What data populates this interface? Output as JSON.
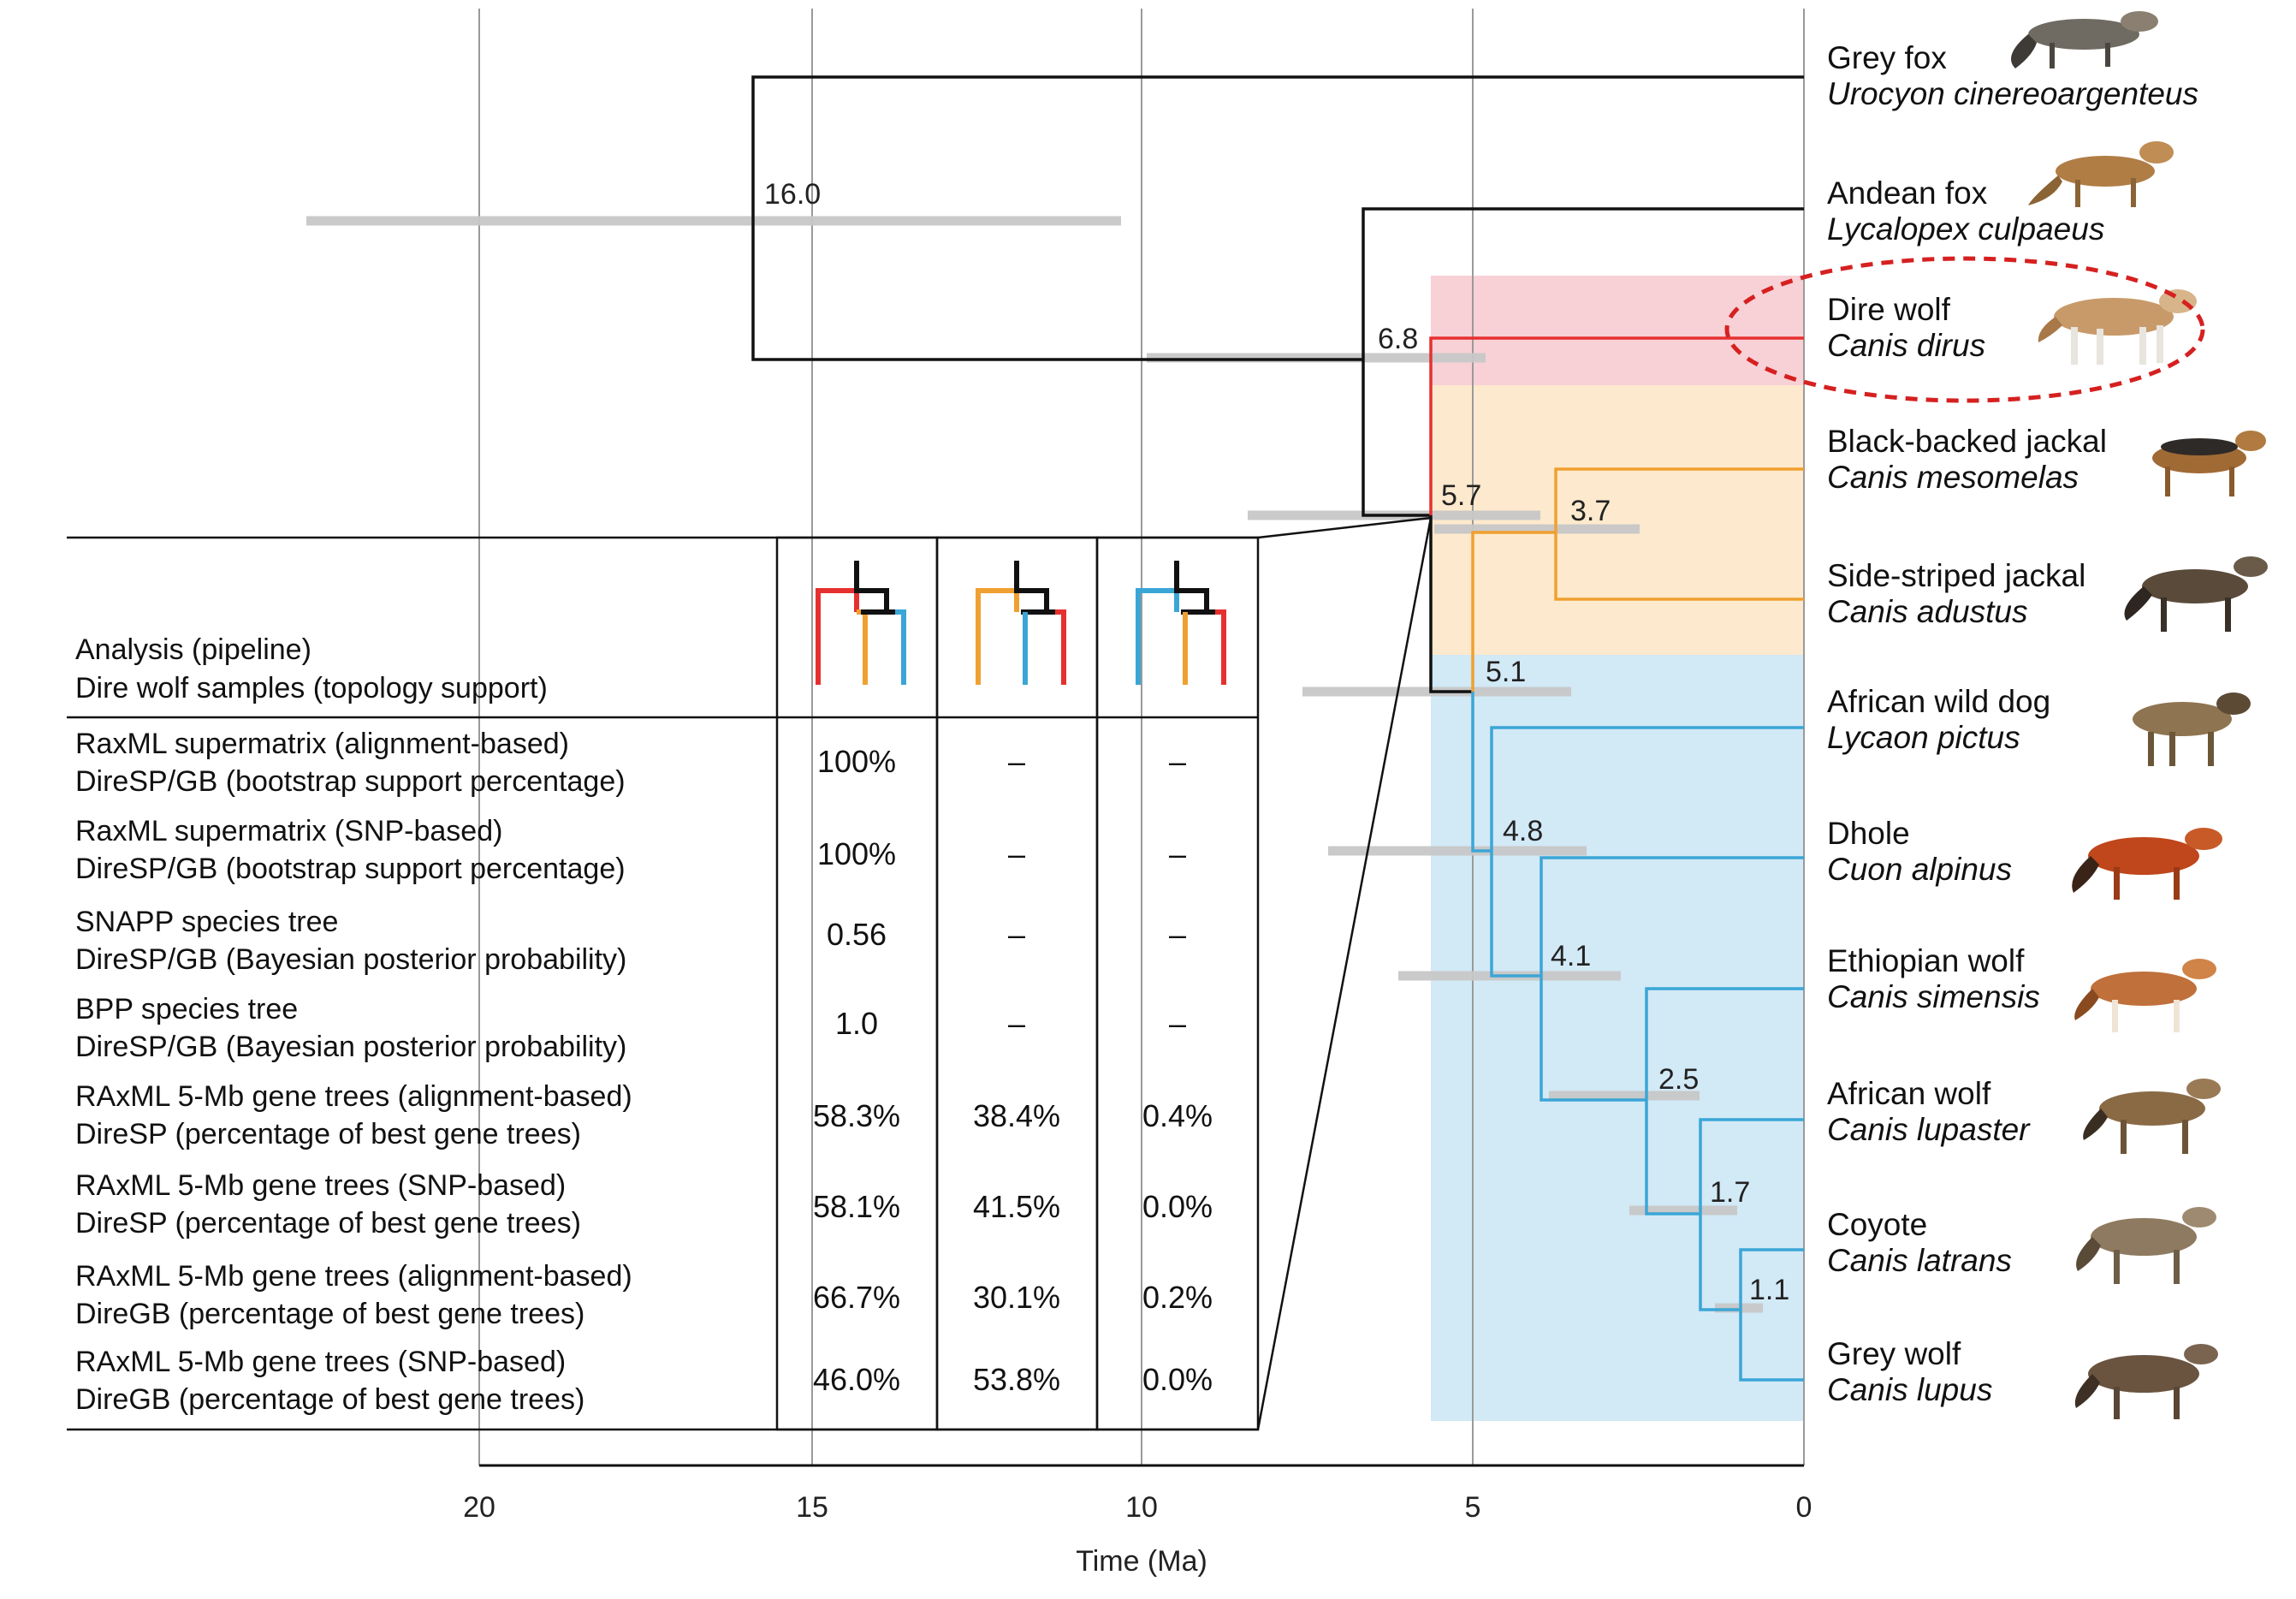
{
  "axis": {
    "title": "Time (Ma)",
    "ticks": [
      "20",
      "15",
      "10",
      "5",
      "0"
    ]
  },
  "nodes": [
    "16.0",
    "6.8",
    "5.7",
    "3.7",
    "5.1",
    "4.8",
    "4.1",
    "2.5",
    "1.7",
    "1.1"
  ],
  "taxa": [
    {
      "common": "Grey fox",
      "scientific": "Urocyon cinereoargenteus"
    },
    {
      "common": "Andean fox",
      "scientific": "Lycalopex culpaeus"
    },
    {
      "common": "Dire wolf",
      "scientific": "Canis dirus"
    },
    {
      "common": "Black-backed jackal",
      "scientific": "Canis mesomelas"
    },
    {
      "common": "Side-striped jackal",
      "scientific": "Canis adustus"
    },
    {
      "common": "African wild dog",
      "scientific": "Lycaon pictus"
    },
    {
      "common": "Dhole",
      "scientific": "Cuon alpinus"
    },
    {
      "common": "Ethiopian wolf",
      "scientific": "Canis simensis"
    },
    {
      "common": "African wolf",
      "scientific": "Canis lupaster"
    },
    {
      "common": "Coyote",
      "scientific": "Canis latrans"
    },
    {
      "common": "Grey wolf",
      "scientific": "Canis lupus"
    }
  ],
  "table": {
    "header": [
      "Analysis (pipeline)",
      "Dire wolf samples (topology support)"
    ],
    "rows": [
      {
        "line1": "RaxML supermatrix (alignment-based)",
        "line2": "DireSP/GB (bootstrap support percentage)",
        "values": [
          "100%",
          "–",
          "–"
        ]
      },
      {
        "line1": "RaxML supermatrix (SNP-based)",
        "line2": "DireSP/GB (bootstrap support percentage)",
        "values": [
          "100%",
          "–",
          "–"
        ]
      },
      {
        "line1": "SNAPP species tree",
        "line2": "DireSP/GB (Bayesian posterior probability)",
        "values": [
          "0.56",
          "–",
          "–"
        ]
      },
      {
        "line1": "BPP species tree",
        "line2": "DireSP/GB (Bayesian posterior probability)",
        "values": [
          "1.0",
          "–",
          "–"
        ]
      },
      {
        "line1": "RAxML 5-Mb gene trees (alignment-based)",
        "line2": "DireSP (percentage of best gene trees)",
        "values": [
          "58.3%",
          "38.4%",
          "0.4%"
        ]
      },
      {
        "line1": "RAxML 5-Mb gene trees (SNP-based)",
        "line2": "DireSP (percentage of best gene trees)",
        "values": [
          "58.1%",
          "41.5%",
          "0.0%"
        ]
      },
      {
        "line1": "RAxML 5-Mb gene trees (alignment-based)",
        "line2": "DireGB (percentage of best gene trees)",
        "values": [
          "66.7%",
          "30.1%",
          "0.2%"
        ]
      },
      {
        "line1": "RAxML 5-Mb gene trees (SNP-based)",
        "line2": "DireGB (percentage of best gene trees)",
        "values": [
          "46.0%",
          "53.8%",
          "0.0%"
        ]
      }
    ]
  },
  "colors": {
    "dire_wolf_clade": "#e63030",
    "jackal_clade": "#f0a030",
    "wolf_clade": "#3aa6d6",
    "highlight_ring": "#d62020"
  }
}
